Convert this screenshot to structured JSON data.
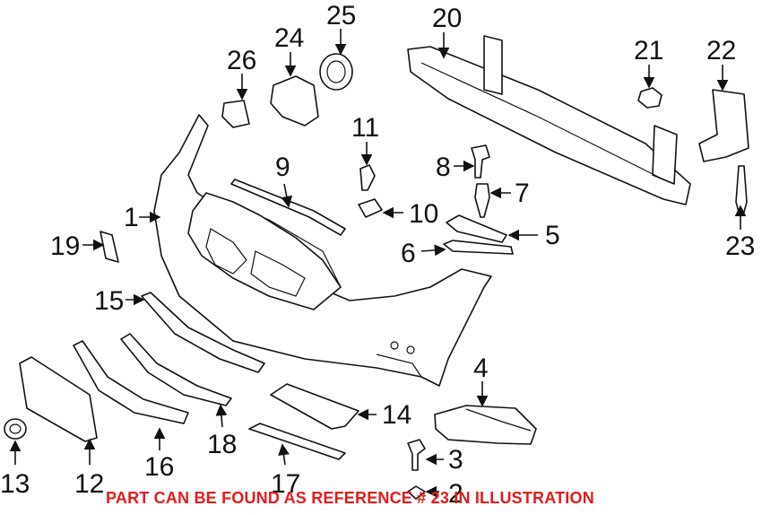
{
  "diagram": {
    "callouts": [
      "1",
      "2",
      "3",
      "4",
      "5",
      "6",
      "7",
      "8",
      "9",
      "10",
      "11",
      "12",
      "13",
      "14",
      "15",
      "16",
      "17",
      "18",
      "19",
      "20",
      "21",
      "22",
      "23",
      "24",
      "25",
      "26"
    ]
  },
  "footnote": "PART CAN BE FOUND AS REFERENCE # 23 IN ILLUSTRATION",
  "colors": {
    "footnote": "#e41b1b",
    "line": "#111111"
  }
}
